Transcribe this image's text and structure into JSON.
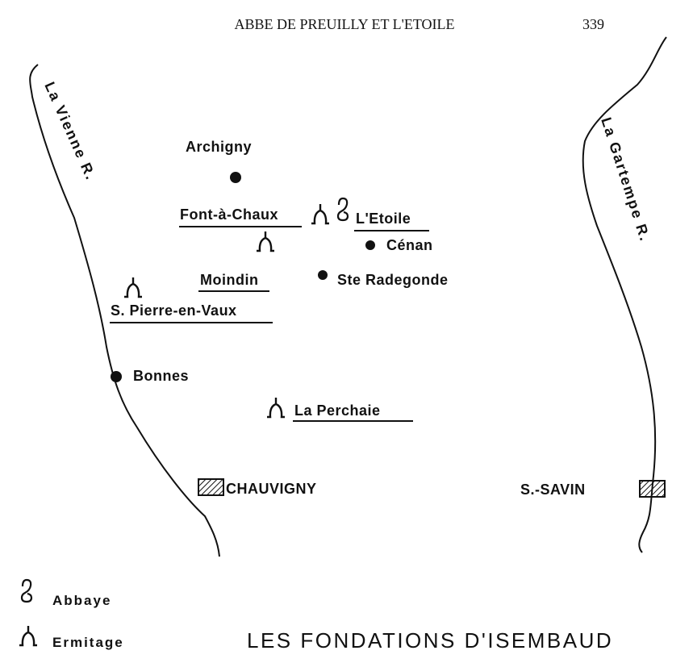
{
  "header": {
    "running_title": "ABBE DE PREUILLY ET L'ETOILE",
    "page_number": "339"
  },
  "rivers": {
    "vienne": "La Vienne R.",
    "gartempe": "La Gartempe R."
  },
  "places": {
    "archigny": "Archigny",
    "font_a_chaux": "Font-à-Chaux",
    "l_etoile": "L'Etoile",
    "cenan": "Cénan",
    "moindin": "Moindin",
    "ste_radegonde": "Ste Radegonde",
    "s_pierre_en_vaux": "S. Pierre-en-Vaux",
    "bonnes": "Bonnes",
    "la_perchaie": "La Perchaie",
    "chauvigny": "CHAUVIGNY",
    "s_savin": "S.-SAVIN"
  },
  "legend": {
    "abbaye": "Abbaye",
    "ermitage": "Ermitage"
  },
  "map_title": "LES FONDATIONS D'ISEMBAUD"
}
